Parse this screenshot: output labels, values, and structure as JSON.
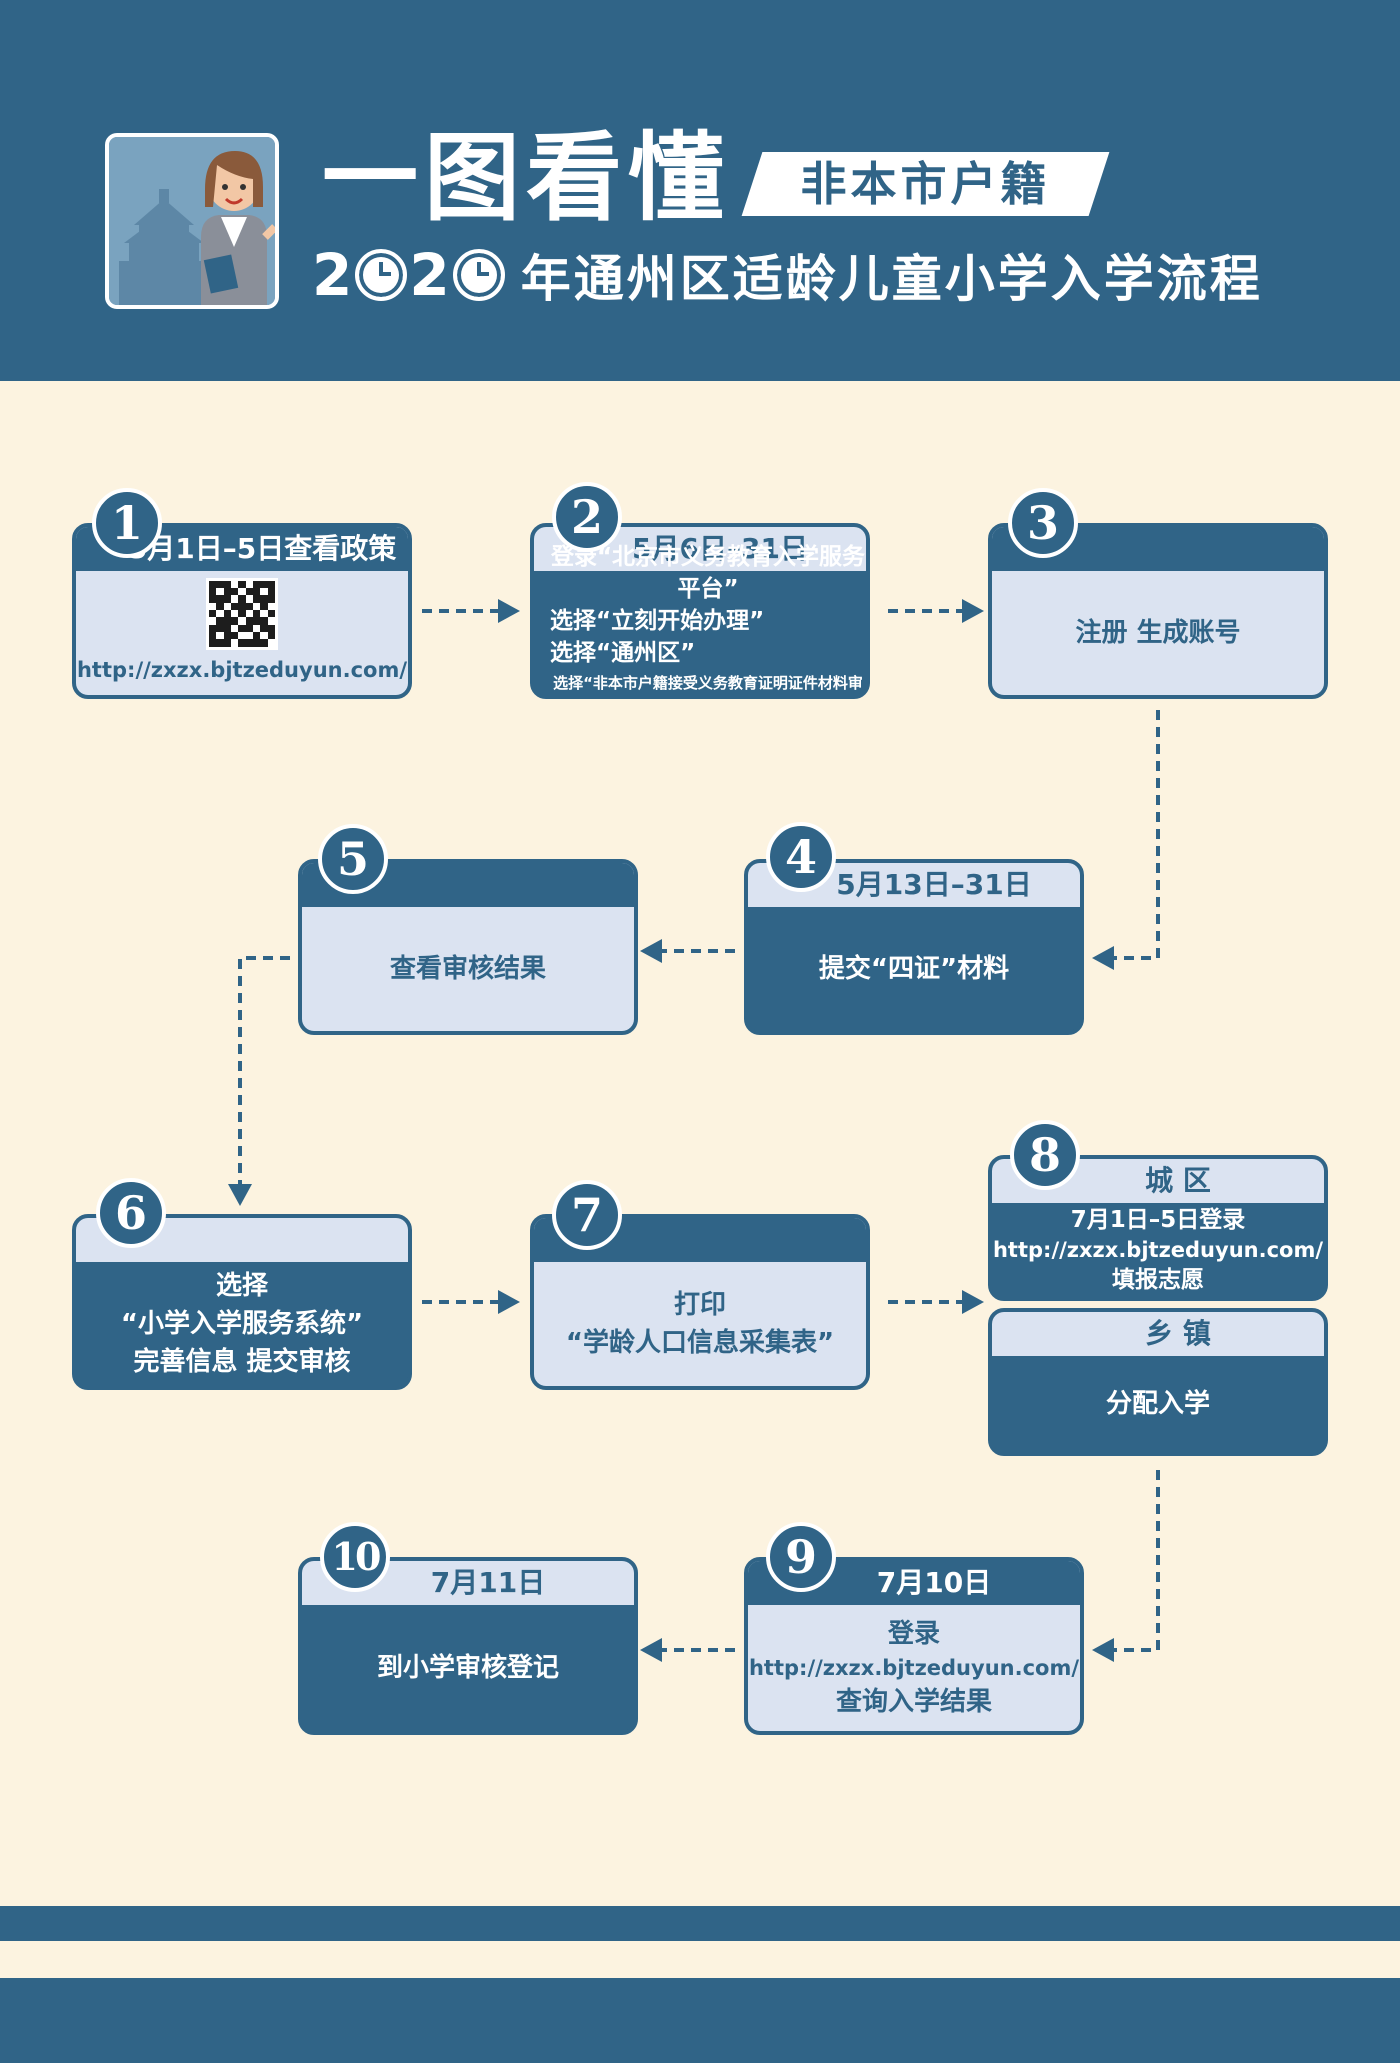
{
  "colors": {
    "primary": "#306487",
    "background": "#fcf3e0",
    "card_light": "#dbe3f1",
    "white": "#ffffff"
  },
  "header": {
    "title_main": "一图看懂",
    "tag": "非本市户籍",
    "year": [
      "2",
      "2"
    ],
    "subtitle": "年通州区适龄儿童小学入学流程"
  },
  "steps": [
    {
      "num": "1",
      "head": "5月1日–5日查看政策",
      "url": "http://zxzx.bjtzeduyun.com/"
    },
    {
      "num": "2",
      "head": "5月6日–31日",
      "lines": [
        "登录“北京市义务教育入学服务平台”",
        "选择“立刻开始办理”",
        "选择“通州区”"
      ],
      "small": "选择“非本市户籍接受义务教育证明证件材料审核入口”"
    },
    {
      "num": "3",
      "body": "注册 生成账号"
    },
    {
      "num": "4",
      "head": "5月13日–31日",
      "body": "提交“四证”材料"
    },
    {
      "num": "5",
      "body": "查看审核结果"
    },
    {
      "num": "6",
      "lines": [
        "选择",
        "“小学入学服务系统”",
        "完善信息 提交审核"
      ]
    },
    {
      "num": "7",
      "lines": [
        "打印",
        "“学龄人口信息采集表”"
      ]
    },
    {
      "num": "8",
      "city": {
        "head": "城 区",
        "lines": [
          "7月1日–5日登录",
          "http://zxzx.bjtzeduyun.com/",
          "填报志愿"
        ]
      },
      "town": {
        "head": "乡 镇",
        "body": "分配入学"
      }
    },
    {
      "num": "9",
      "head": "7月10日",
      "lines": [
        "登录",
        "http://zxzx.bjtzeduyun.com/",
        "查询入学结果"
      ]
    },
    {
      "num": "10",
      "head": "7月11日",
      "body": "到小学审核登记"
    }
  ]
}
